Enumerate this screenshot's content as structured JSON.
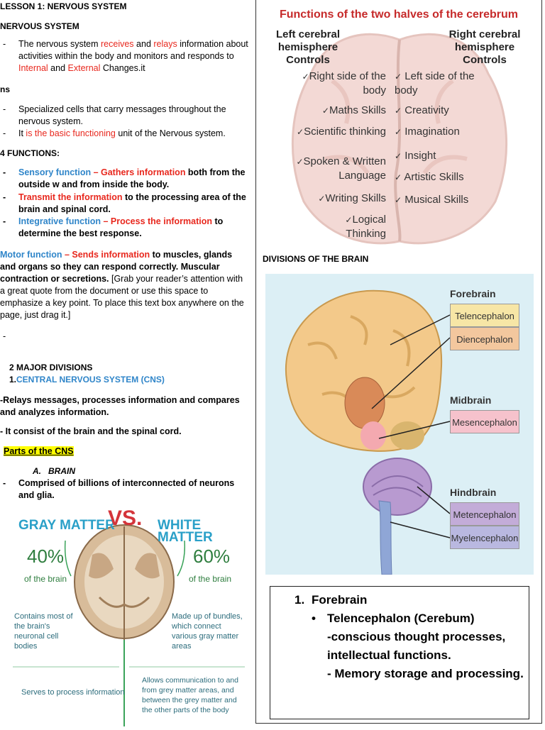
{
  "left": {
    "lesson_title": "LESSON 1: NERVOUS SYSTEM",
    "section_title": "NERVOUS SYSTEM",
    "bullet1": {
      "a": "The nervous system ",
      "b": "receives",
      "c": " and ",
      "d": "relays",
      "e": " information about activities within the body and monitors and responds to ",
      "f": "Internal",
      "g": " and ",
      "h": "External",
      "i": " Changes.it"
    },
    "ns_heading": "ns",
    "bullet2": "Specialized cells that carry messages throughout the nervous system.",
    "bullet3": {
      "a": "It ",
      "b": "is the basic functioning",
      "c": " unit of the Nervous system."
    },
    "functions_heading": "4 FUNCTIONS:",
    "func1": {
      "a": "Sensory function",
      "b": " – Gathers information",
      "c": " both from the outside w and from inside the body."
    },
    "func2": {
      "a": "Transmit the information",
      "b": " to the processing area of the brain and spinal cord."
    },
    "func3": {
      "a": "Integrative function",
      "b": " – ",
      "c": "Process the information",
      "d": " to determine the best response."
    },
    "motor": {
      "a": "Motor function",
      "b": " – ",
      "c": "Sends information",
      "d": " to muscles, glands and organs so they can respond correctly. Muscular contraction or secretions.",
      "e": " [Grab your reader’s attention with a great quote from the document or use this space to emphasize a key point. To place this text box anywhere on the page, just drag it.]"
    },
    "dash": "-",
    "major_divisions": "2 MAJOR DIVISIONS",
    "cns_num": "1.",
    "cns_title": "CENTRAL NERVOUS SYSTEM (CNS)",
    "cns_relays": "-Relays messages, processes information and compares and analyzes information.",
    "cns_consists": "- It consist of the brain and the spinal cord.",
    "parts_heading": "Parts of the CNS",
    "brain_label": "A.   BRAIN",
    "brain_bullet": "Comprised of billions of interconnected of neurons and glia.",
    "infographic": {
      "gray": "GRAY MATTER",
      "vs": "VS.",
      "white": "WHITE MATTER",
      "gray_pct": "40%",
      "gray_pct_sub": "of the brain",
      "white_pct": "60%",
      "white_pct_sub": "of the brain",
      "gray_desc": "Contains most of the brain's neuronal cell bodies",
      "white_desc": "Made up of bundles, which connect various gray matter areas",
      "gray_process": "Serves to process information",
      "white_comm": "Allows communication to and from grey matter areas, and between the grey matter and the other parts of the body"
    }
  },
  "hemispheres": {
    "title": "Functions of the two halves of the cerebrum",
    "left_header": "Left cerebral hemisphere Controls",
    "right_header": "Right cerebral hemisphere Controls",
    "left_items": [
      "Right side of the body",
      "Maths Skills",
      "Scientific thinking",
      "Spoken & Written Language",
      "Writing Skills",
      "Logical Thinking"
    ],
    "right_items": [
      "Left side of the body",
      "Creativity",
      "Imagination",
      "Insight",
      "Artistic Skills",
      "Musical Skills"
    ]
  },
  "divisions": {
    "title": "DIVISIONS OF THE BRAIN",
    "forebrain": "Forebrain",
    "telencephalon": "Telencephalon",
    "diencephalon": "Diencephalon",
    "midbrain": "Midbrain",
    "mesencephalon": "Mesencephalon",
    "hindbrain": "Hindbrain",
    "metencephalon": "Metencephalon",
    "myelencephalon": "Myelencephalon"
  },
  "notes": {
    "num": "1.",
    "forebrain": "Forebrain",
    "bullet": "•",
    "telen": "Telencephalon (Cerebum)",
    "line1": "-conscious thought processes, intellectual functions.",
    "line2": "- Memory storage and processing."
  },
  "colors": {
    "red": "#e8281e",
    "blue": "#2f85c9",
    "highlight": "#ffff00",
    "title_red": "#c62a2a"
  }
}
